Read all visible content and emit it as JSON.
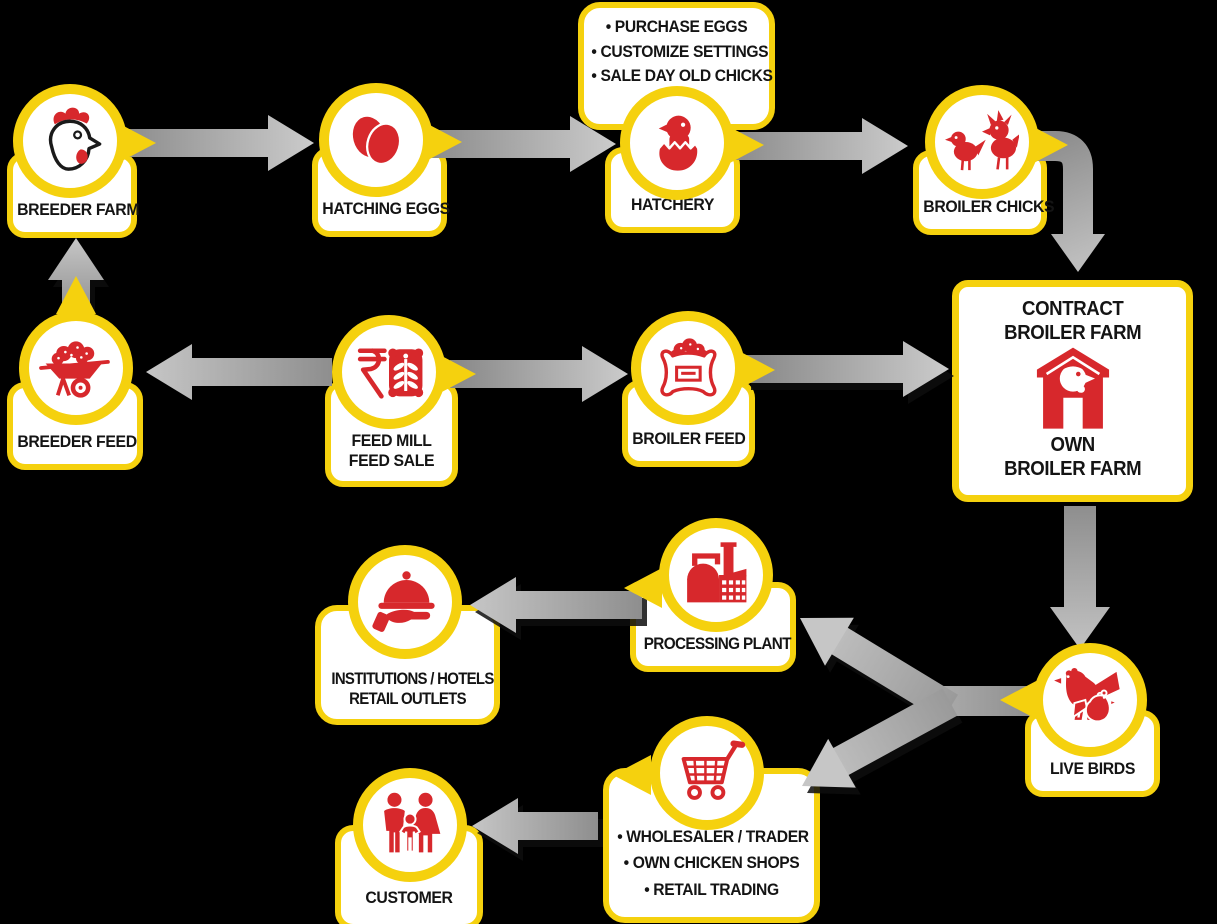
{
  "colors": {
    "background": "#000000",
    "accent_yellow": "#F5D10E",
    "icon_red": "#D7282C",
    "text": "#141414",
    "arrow_dark": "#888888",
    "arrow_light": "#CCCCCC"
  },
  "nodes": {
    "breeder_farm": {
      "label": "BREEDER FARM",
      "icon": "chicken-head-icon"
    },
    "hatching_eggs": {
      "label": "HATCHING EGGS",
      "icon": "eggs-icon"
    },
    "hatchery": {
      "label": "HATCHERY",
      "icon": "hatching-chick-icon",
      "notes": [
        "• PURCHASE EGGS",
        "• CUSTOMIZE SETTINGS",
        "• SALE DAY OLD CHICKS"
      ]
    },
    "broiler_chicks": {
      "label": "BROILER CHICKS",
      "icon": "two-chicks-icon"
    },
    "breeder_feed": {
      "label": "BREEDER FEED",
      "icon": "wheelbarrow-icon"
    },
    "feed_mill": {
      "line1": "FEED MILL",
      "line2": "FEED SALE",
      "icon": "rupee-feed-bag-icon"
    },
    "broiler_feed": {
      "label": "BROILER FEED",
      "icon": "feed-bag-icon"
    },
    "contract_farm": {
      "top1": "CONTRACT",
      "top2": "BROILER FARM",
      "bottom1": "OWN",
      "bottom2": "BROILER FARM",
      "icon": "barn-chicken-icon"
    },
    "processing_plant": {
      "label": "PROCESSING PLANT",
      "icon": "factory-icon"
    },
    "institutions": {
      "line1": "INSTITUTIONS / HOTELS",
      "line2": "RETAIL OUTLETS",
      "icon": "cloche-hand-icon"
    },
    "live_birds": {
      "label": "LIVE BIRDS",
      "icon": "two-hens-icon"
    },
    "wholesaler": {
      "notes": [
        "• WHOLESALER / TRADER",
        "• OWN CHICKEN SHOPS",
        "• RETAIL TRADING"
      ],
      "icon": "shopping-cart-icon"
    },
    "customer": {
      "label": "CUSTOMER",
      "icon": "family-icon"
    }
  },
  "edges": [
    {
      "from": "breeder_farm",
      "to": "hatching_eggs"
    },
    {
      "from": "hatching_eggs",
      "to": "hatchery"
    },
    {
      "from": "hatchery",
      "to": "broiler_chicks"
    },
    {
      "from": "broiler_chicks",
      "to": "contract_farm"
    },
    {
      "from": "feed_mill",
      "to": "breeder_feed"
    },
    {
      "from": "breeder_feed",
      "to": "breeder_farm"
    },
    {
      "from": "feed_mill",
      "to": "broiler_feed"
    },
    {
      "from": "broiler_feed",
      "to": "contract_farm"
    },
    {
      "from": "contract_farm",
      "to": "live_birds"
    },
    {
      "from": "live_birds",
      "to": "processing_plant"
    },
    {
      "from": "live_birds",
      "to": "wholesaler"
    },
    {
      "from": "processing_plant",
      "to": "institutions"
    },
    {
      "from": "wholesaler",
      "to": "customer"
    }
  ]
}
